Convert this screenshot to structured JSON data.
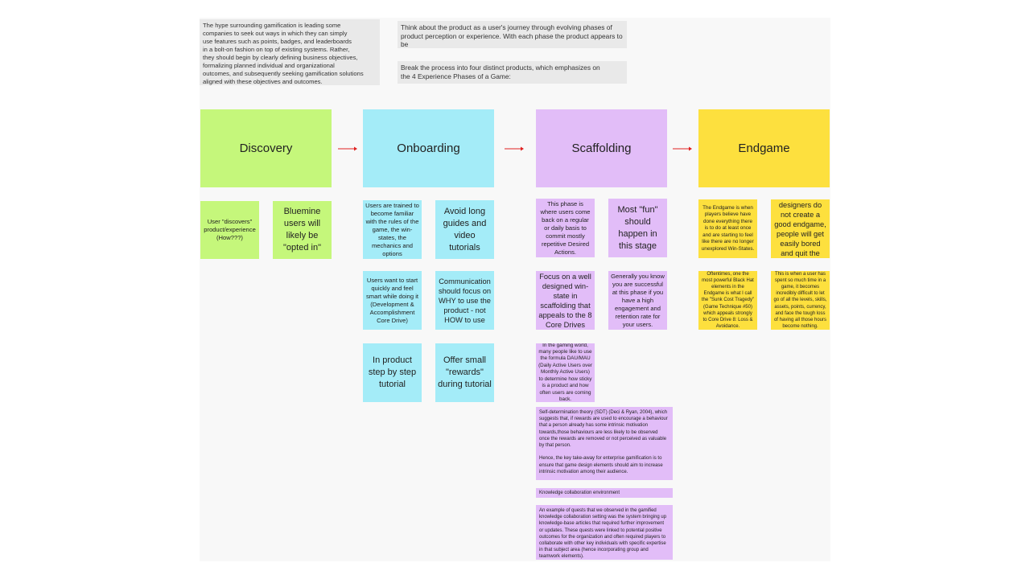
{
  "intro": {
    "note1": "The hype surrounding gamification is leading some\ncompanies to seek out ways in which they can simply\nuse features such as points, badges, and leaderboards\nin a bolt-on fashion on top of existing systems. Rather,\nthey should begin by clearly defining business objectives,\nformalizing planned individual and organizational\noutcomes, and subsequently seeking gamification solutions\naligned with these objectives and outcomes.",
    "note2": "Think about the product as a user's journey through evolving phases of\nproduct perception or experience. With each phase the product appears to be\ndifferent – in essence, a unique, different product.",
    "note3": "Break the process into four distinct products, which emphasizes on\nthe 4 Experience Phases of a Game:"
  },
  "phases": {
    "discovery": "Discovery",
    "onboarding": "Onboarding",
    "scaffolding": "Scaffolding",
    "endgame": "Endgame"
  },
  "discovery_notes": {
    "n1": "User \"discovers\" product/experience (How???)",
    "n2": "Bluemine users will likely be \"opted in\""
  },
  "onboarding_notes": {
    "n1": "Users are trained to become familiar with the rules of the game, the win-states, the mechanics and options",
    "n2": "Avoid long guides and video tutorials",
    "n3": "Users want to start quickly and feel smart while doing it (Development & Accomplishment Core Drive)",
    "n4": "Communication should focus on WHY to use the product - not HOW to use",
    "n5": "In product step by step tutorial",
    "n6": "Offer small \"rewards\" during tutorial"
  },
  "scaffolding_notes": {
    "n1": "This phase is where users come back on a regular or daily basis to commit mostly repetitive Desired Actions.",
    "n2": "Most \"fun\" should happen in this stage",
    "n3": "Focus on a well designed win-state in scaffolding that appeals to the 8 Core Drives",
    "n4": "Generally you know you are successful at this phase if you have a high engagement and retention rate for your users.",
    "n5": "In the gaming world, many people like to use the formula DAU/MAU (Daily Active Users over Monthly Active Users) to determine how sticky is a product and how often users are coming back.",
    "n6": "Self-determination theory (SDT) (Deci & Ryan, 2004), which suggests that, if rewards are used to encourage a behaviour that a person already has some intrinsic motivation towards,those behaviours are less likely to be observed once the rewards are removed or not perceived as valuable by that person.\n\nHence, the key take-away for enterprise gamification is to ensure that game design elements should aim to increase intrinsic motivation among their audience.",
    "n7": "Knowledge collaboration environment",
    "n8": "An example of quests that we observed in the gamified knowledge collaboration setting was the system bringing up knowledge-base articles that required further improvement or updates. These quests were linked to potential positive outcomes for the organization and often required players to collaborate with other key individuals with specific expertise in that subject area (hence incorporating group and teamwork elements)."
  },
  "endgame_notes": {
    "n1": "The Endgame is when players believe have done everything there is to do at least once and are starting to feel like there are no longer unexplored Win-States.",
    "n2": "If game designers do not create a good endgame, people will get easily bored and quit the game.",
    "n3": "Oftentimes, one the most powerful Black Hat elements in the Endgame is what I call the \"Sunk Cost Tragedy\" (Game Technique #50) which appeals strongly to Core Drive 8: Loss & Avoidance.",
    "n4": "This is when a user has spent so much time in a game, it becomes incredibly difficult to let go of all the levels, skills, assets, points, currency, and face the tough loss of having all those hours become nothing."
  },
  "colors": {
    "discovery": "#c5f77b",
    "onboarding": "#a4ecf8",
    "scaffolding": "#e2bdf8",
    "endgame": "#fde03e",
    "arrow": "#e02020",
    "grey_note": "#e9e9e9",
    "board": "#f8f8f8"
  }
}
